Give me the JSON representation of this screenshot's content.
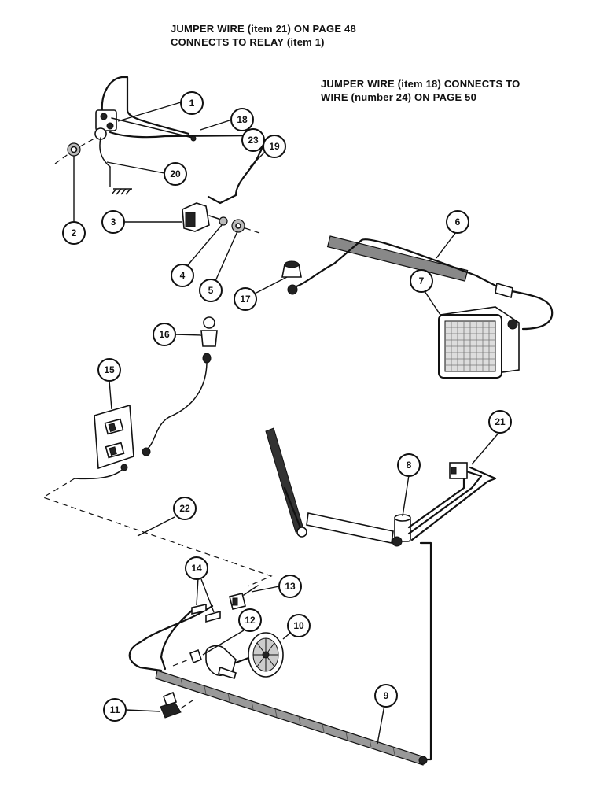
{
  "notes": {
    "relay_line1": "JUMPER WIRE (item 21) ON PAGE 48",
    "relay_line2": "CONNECTS TO RELAY (item 1)",
    "wire_line1": "JUMPER WIRE (item 18) CONNECTS TO",
    "wire_line2": "WIRE (number 24) ON PAGE 50"
  },
  "callouts": [
    "1",
    "2",
    "3",
    "4",
    "5",
    "6",
    "7",
    "8",
    "9",
    "10",
    "11",
    "12",
    "13",
    "14",
    "15",
    "16",
    "17",
    "18",
    "19",
    "20",
    "21",
    "22",
    "23"
  ]
}
